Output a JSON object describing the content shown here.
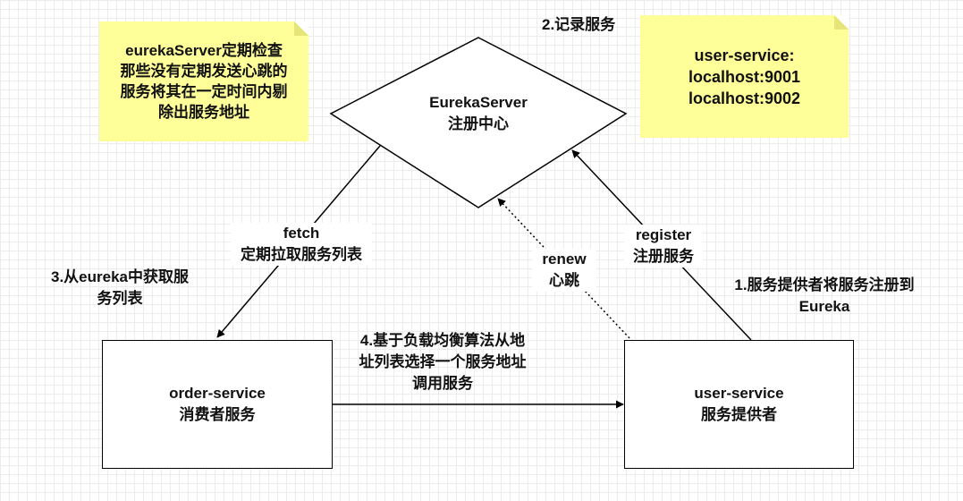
{
  "eureka_server": {
    "line1": "EurekaServer",
    "line2": "注册中心"
  },
  "note_eviction": {
    "lines": [
      "eurekaServer定期检查",
      "那些没有定期发送心跳的",
      "服务将其在一定时间内剔",
      "除出服务地址"
    ]
  },
  "note_registry": {
    "lines": [
      "user-service:",
      "localhost:9001",
      "localhost:9002"
    ]
  },
  "step2": "2.记录服务",
  "order_service": {
    "line1": "order-service",
    "line2": "消费者服务"
  },
  "user_service": {
    "line1": "user-service",
    "line2": "服务提供者"
  },
  "edge_fetch": {
    "line1": "fetch",
    "line2": "定期拉取服务列表"
  },
  "edge_register": {
    "line1": "register",
    "line2": "注册服务"
  },
  "edge_renew": {
    "line1": "renew",
    "line2": "心跳"
  },
  "step3": {
    "line1": "3.从eureka中获取服",
    "line2": "务列表"
  },
  "step1": {
    "line1": "1.服务提供者将服务注册到",
    "line2": "Eureka"
  },
  "step4": {
    "line1": "4.基于负载均衡算法从地",
    "line2": "址列表选择一个服务地址",
    "line3": "调用服务"
  },
  "colors": {
    "note": "#ffff99",
    "line": "#000000"
  }
}
